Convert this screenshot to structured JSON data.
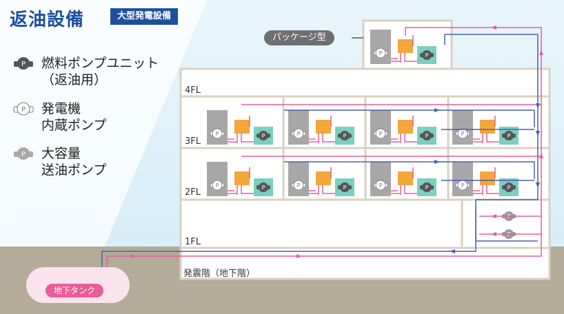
{
  "header": {
    "title": "返油設備",
    "badge": "大型発電設備"
  },
  "legend": [
    {
      "icon": "fuel-pump-unit-icon",
      "symbol": "P",
      "line1": "燃料ポンプユニット",
      "line2": "（返油用）",
      "color": "#555555"
    },
    {
      "icon": "generator-internal-pump-icon",
      "symbol": "P",
      "line1": "発電機",
      "line2": "内蔵ポンプ",
      "color": "#ffffff"
    },
    {
      "icon": "large-transfer-pump-icon",
      "symbol": "P",
      "line1": "大容量",
      "line2": "送油ポンプ",
      "color": "#a9a9a9"
    }
  ],
  "package_label": "パッケージ型",
  "floors": {
    "f4": "4FL",
    "f3": "3FL",
    "f2": "2FL",
    "f1": "1FL",
    "b1": "発震階（地下階）"
  },
  "tank_label": "地下タンク",
  "colors": {
    "supply": "#e85d97",
    "return": "#4a5fb0",
    "building": "#d9d1c1",
    "generator": "#a7a7a7",
    "tank_box": "#f3a63a",
    "pump_box": "#7bcfc1"
  }
}
